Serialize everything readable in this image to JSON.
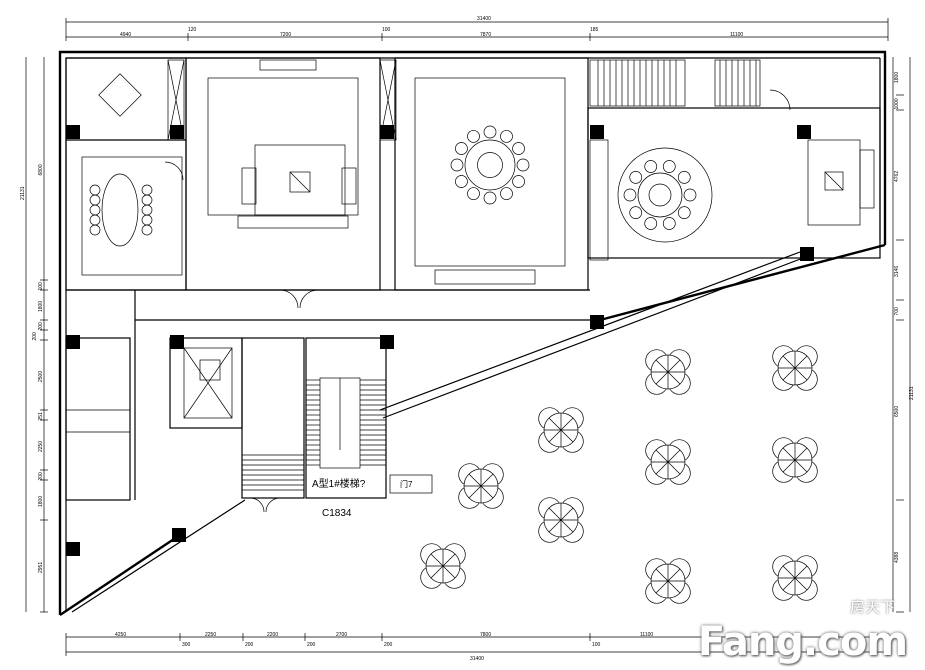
{
  "plan": {
    "stair_label": "A型1#楼梯?",
    "window_label": "C1834",
    "small_label": "门7"
  },
  "dimensions": {
    "top_total": "31400",
    "top_segments": [
      "4940",
      "120",
      "7200",
      "100",
      "7870",
      "185",
      "11100"
    ],
    "bottom_total": "31400",
    "bottom_segments": [
      "4250",
      "2250",
      "2200",
      "2700",
      "7800",
      "11100"
    ],
    "bottom_small": [
      "300",
      "200",
      "200",
      "200",
      "100"
    ],
    "left_total": "21131",
    "left_segments": [
      "6800",
      "100",
      "1800",
      "200",
      "200",
      "2500",
      "251",
      "2250",
      "200",
      "1800",
      "2951"
    ],
    "right_total": "21131",
    "right_segments": [
      "1800",
      "1000",
      "4762",
      "3146",
      "700",
      "6500",
      "4388"
    ]
  },
  "watermark": {
    "cn": "房天下",
    "en": "Fang.com"
  }
}
